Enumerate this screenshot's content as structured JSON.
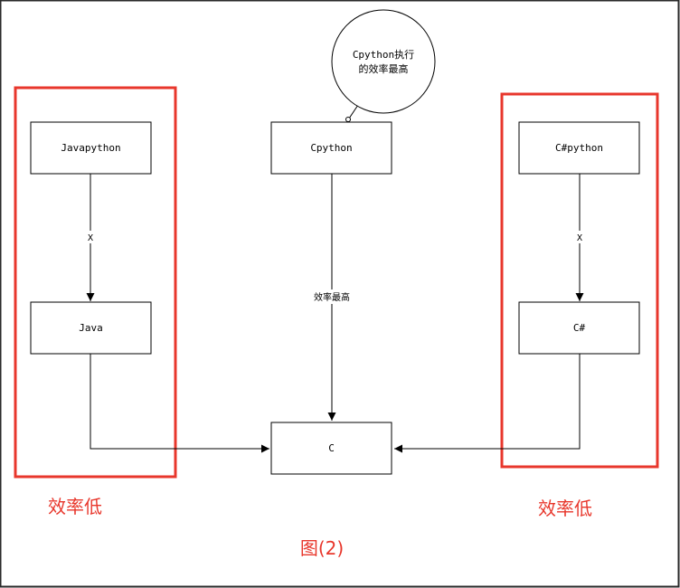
{
  "colors": {
    "red": "#e8372c",
    "stroke": "#000000",
    "frame": "#2a2a2a"
  },
  "nodes": {
    "javapython": "Javapython",
    "java": "Java",
    "cpython": "Cpython",
    "c": "C",
    "csharp_python": "C#python",
    "csharp": "C#"
  },
  "edge_labels": {
    "left_x": "X",
    "right_x": "X",
    "center": "效率最高"
  },
  "bubble": {
    "line1": "Cpython执行",
    "line2": "的效率最高"
  },
  "group_labels": {
    "left": "效率低",
    "right": "效率低"
  },
  "caption": "图(2)"
}
